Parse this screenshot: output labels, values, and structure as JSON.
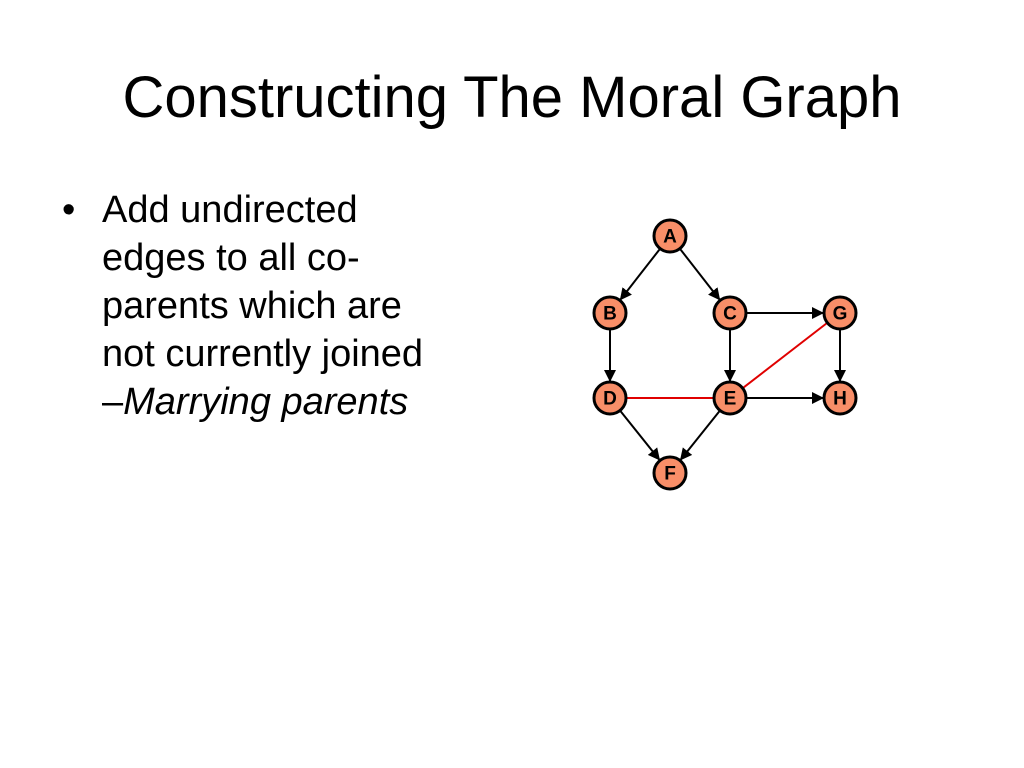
{
  "title": "Constructing The Moral Graph",
  "bullet": {
    "glyph": "•",
    "lines": [
      "Add undirected",
      "edges to all co-",
      "parents which are",
      "not currently joined"
    ],
    "sub_dash": "–",
    "sub_text": "Marrying parents"
  },
  "graph": {
    "nodes": [
      {
        "id": "A",
        "label": "A",
        "row": 0,
        "col": 1
      },
      {
        "id": "B",
        "label": "B",
        "row": 1,
        "col": 0
      },
      {
        "id": "C",
        "label": "C",
        "row": 1,
        "col": 2
      },
      {
        "id": "G",
        "label": "G",
        "row": 1,
        "col": 3
      },
      {
        "id": "D",
        "label": "D",
        "row": 2,
        "col": 0
      },
      {
        "id": "E",
        "label": "E",
        "row": 2,
        "col": 2
      },
      {
        "id": "H",
        "label": "H",
        "row": 2,
        "col": 3
      },
      {
        "id": "F",
        "label": "F",
        "row": 3,
        "col": 1
      }
    ],
    "directed_edges": [
      [
        "A",
        "B"
      ],
      [
        "A",
        "C"
      ],
      [
        "C",
        "G"
      ],
      [
        "B",
        "D"
      ],
      [
        "C",
        "E"
      ],
      [
        "G",
        "H"
      ],
      [
        "E",
        "H"
      ],
      [
        "D",
        "F"
      ],
      [
        "E",
        "F"
      ]
    ],
    "moral_edges": [
      [
        "D",
        "E"
      ],
      [
        "E",
        "G"
      ]
    ],
    "colors": {
      "node_fill": "#f88e68",
      "directed_edge": "#000000",
      "moral_edge": "#e00000"
    }
  }
}
